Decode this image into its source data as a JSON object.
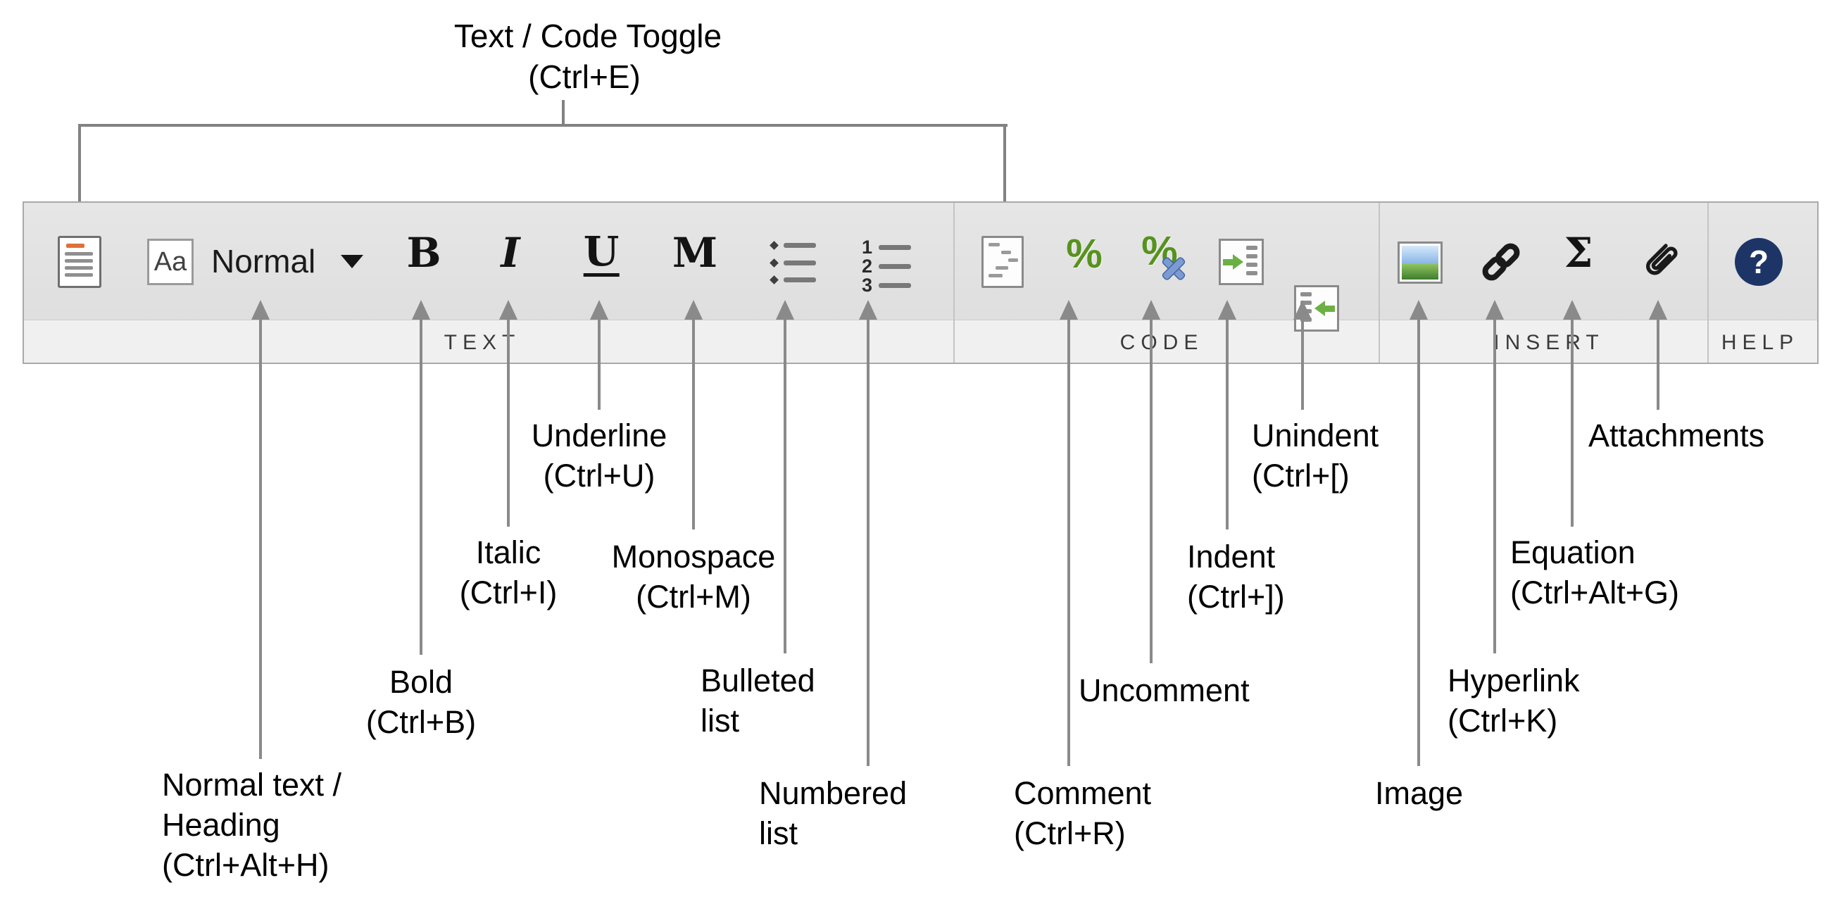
{
  "top_annotation": {
    "title": "Text / Code Toggle",
    "shortcut": "(Ctrl+E)"
  },
  "toolbar": {
    "groups": [
      {
        "label": "TEXT"
      },
      {
        "label": "CODE"
      },
      {
        "label": "INSERT"
      },
      {
        "label": "HELP"
      }
    ],
    "buttons": {
      "aa": "Aa",
      "heading_dropdown_value": "Normal",
      "bold": "B",
      "italic": "I",
      "underline": "U",
      "monospace": "M",
      "comment": "%",
      "uncomment_percent": "%",
      "equation": "Σ",
      "help": "?"
    }
  },
  "callouts": {
    "normal": {
      "lines": [
        "Normal text /",
        "Heading",
        "(Ctrl+Alt+H)"
      ]
    },
    "bold": {
      "lines": [
        "Bold",
        "(Ctrl+B)"
      ]
    },
    "italic": {
      "lines": [
        "Italic",
        "(Ctrl+I)"
      ]
    },
    "underline": {
      "lines": [
        "Underline",
        "(Ctrl+U)"
      ]
    },
    "monospace": {
      "lines": [
        "Monospace",
        "(Ctrl+M)"
      ]
    },
    "bulleted": {
      "lines": [
        "Bulleted",
        "list"
      ]
    },
    "numbered": {
      "lines": [
        "Numbered",
        "list"
      ]
    },
    "comment": {
      "lines": [
        "Comment",
        "(Ctrl+R)"
      ]
    },
    "uncomment": {
      "lines": [
        "Uncomment"
      ]
    },
    "indent": {
      "lines": [
        "Indent",
        "(Ctrl+])"
      ]
    },
    "unindent": {
      "lines": [
        "Unindent",
        "(Ctrl+[)"
      ]
    },
    "image": {
      "lines": [
        "Image"
      ]
    },
    "hyperlink": {
      "lines": [
        "Hyperlink",
        "(Ctrl+K)"
      ]
    },
    "equation": {
      "lines": [
        "Equation",
        "(Ctrl+Alt+G)"
      ]
    },
    "attachments": {
      "lines": [
        "Attachments"
      ]
    }
  },
  "colors": {
    "comment_green": "#57921e",
    "uncomment_x_blue": "#7b9bd2",
    "help_circle_navy": "#1d3566",
    "annotation_gray": "#8a8a8a",
    "doc_heading_orange": "#e07038"
  }
}
